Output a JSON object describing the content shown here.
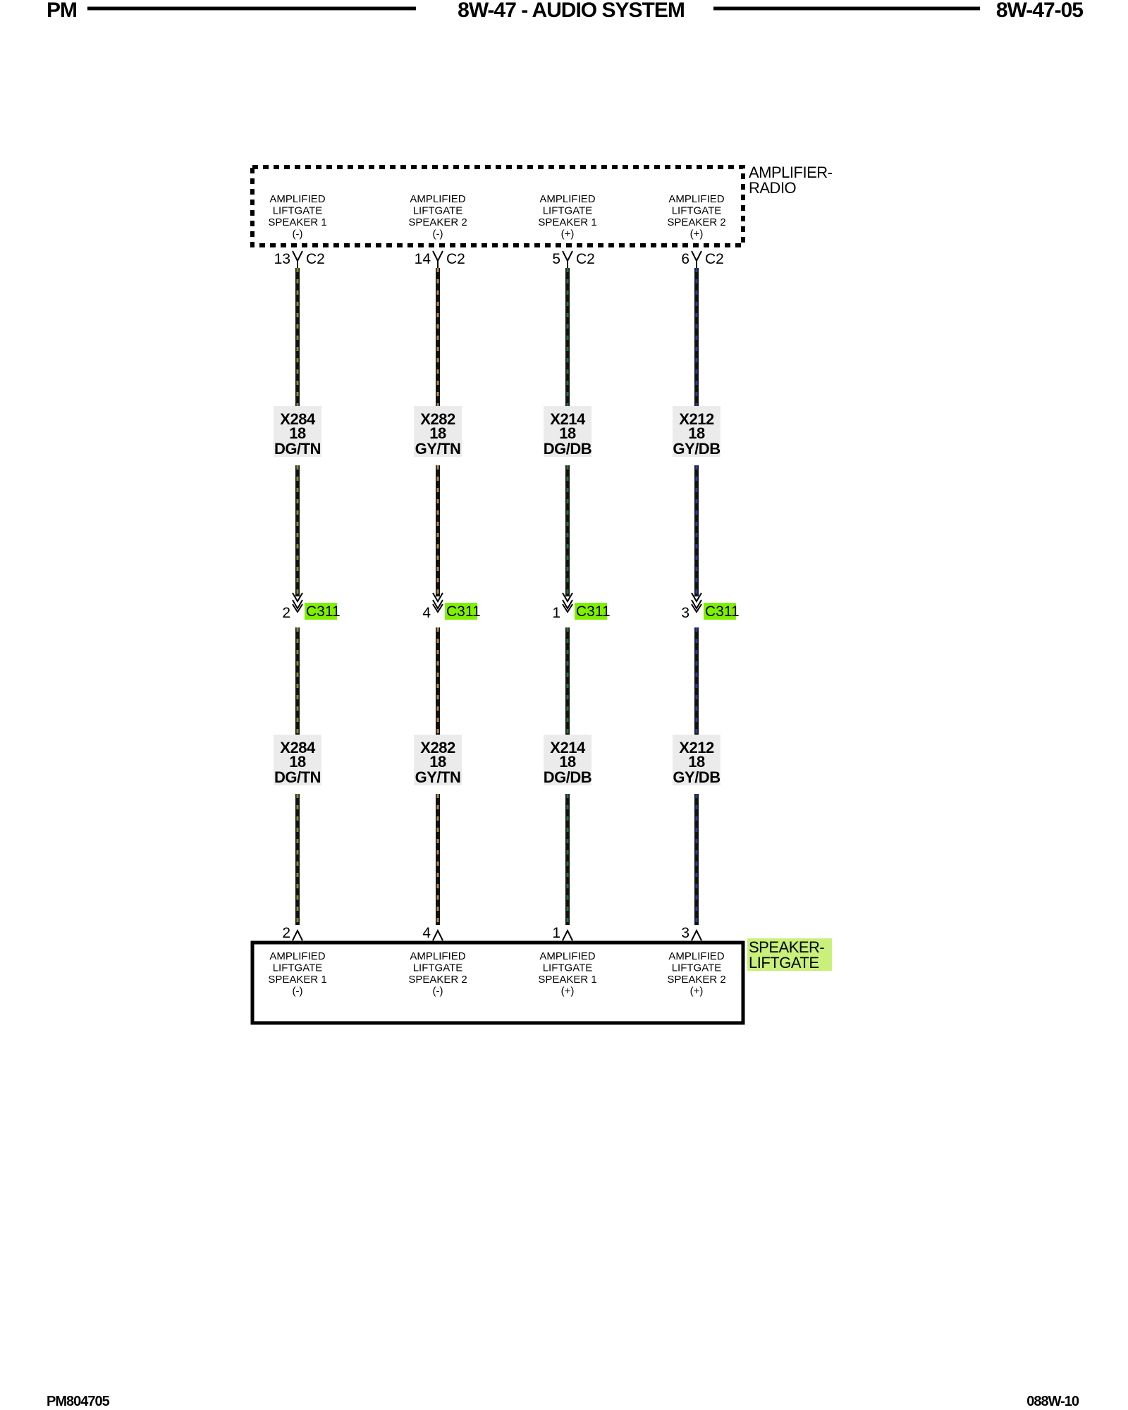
{
  "header": {
    "left": "PM",
    "title": "8W-47 - AUDIO SYSTEM",
    "right": "8W-47-05"
  },
  "footer": {
    "left": "PM804705",
    "right": "088W-10"
  },
  "top_component": {
    "name_line1": "AMPLIFIER-",
    "name_line2": "RADIO",
    "style": "dashed"
  },
  "bottom_component": {
    "name_line1": "SPEAKER-",
    "name_line2": "LIFTGATE",
    "highlight_color": "#c8f07a"
  },
  "connector_highlight_color": "#7ff000",
  "circuits": [
    {
      "label": [
        "AMPLIFIED",
        "LIFTGATE",
        "SPEAKER 1",
        "(-)"
      ],
      "top_pin": "13",
      "top_conn": "C2",
      "wire_code": "X284",
      "gauge": "18",
      "color_code": "DG/TN",
      "inline_pin": "2",
      "inline_conn": "C311",
      "bottom_pin": "2",
      "stripe_color": "#7d8c2a"
    },
    {
      "label": [
        "AMPLIFIED",
        "LIFTGATE",
        "SPEAKER 2",
        "(-)"
      ],
      "top_pin": "14",
      "top_conn": "C2",
      "wire_code": "X282",
      "gauge": "18",
      "color_code": "GY/TN",
      "inline_pin": "4",
      "inline_conn": "C311",
      "bottom_pin": "4",
      "stripe_color": "#b8864a"
    },
    {
      "label": [
        "AMPLIFIED",
        "LIFTGATE",
        "SPEAKER 1",
        "(+)"
      ],
      "top_pin": "5",
      "top_conn": "C2",
      "wire_code": "X214",
      "gauge": "18",
      "color_code": "DG/DB",
      "inline_pin": "1",
      "inline_conn": "C311",
      "bottom_pin": "1",
      "stripe_color": "#2a6a3a"
    },
    {
      "label": [
        "AMPLIFIED",
        "LIFTGATE",
        "SPEAKER 2",
        "(+)"
      ],
      "top_pin": "6",
      "top_conn": "C2",
      "wire_code": "X212",
      "gauge": "18",
      "color_code": "GY/DB",
      "inline_pin": "3",
      "inline_conn": "C311",
      "bottom_pin": "3",
      "stripe_color": "#2a3aa0"
    }
  ]
}
